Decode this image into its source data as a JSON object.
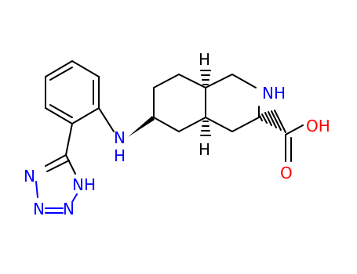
{
  "molecule": {
    "colors": {
      "bond": "#000000",
      "nitrogen": "#0000ff",
      "oxygen": "#ff0000",
      "background": "#ffffff"
    },
    "labels": {
      "ring_nh": "NH",
      "amine_n": "N",
      "amine_h": "H",
      "tetrazole_nh": "NH",
      "tetrazole_n1": "N",
      "tetrazole_n2": "N",
      "tetrazole_n3": "N",
      "tetrazole_h": "H",
      "acid_oh": "OH",
      "acid_o": "O",
      "stereo_h_top": "H",
      "stereo_h_bottom": "H"
    }
  }
}
